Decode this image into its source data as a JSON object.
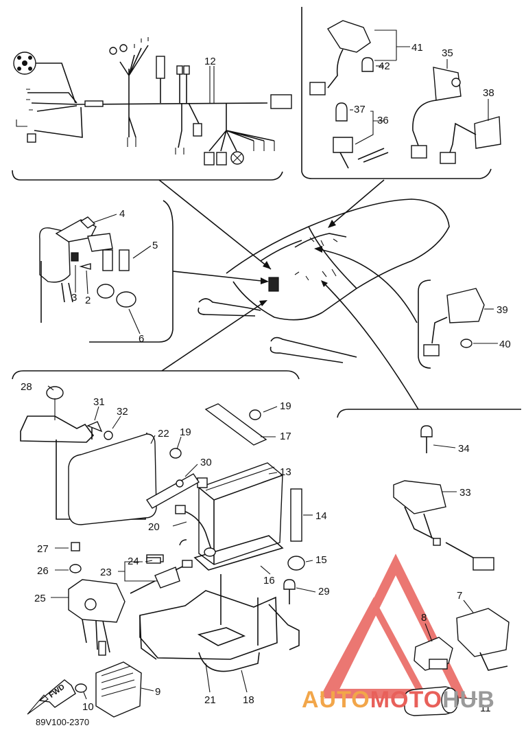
{
  "diagram_code": "89V100-2370",
  "fwd_label": "FWD",
  "watermark": {
    "text_a": "AUTO",
    "text_b": "MOTO",
    "text_c": "HUB",
    "color_orange": "#f2a64a",
    "color_red": "#e8605a",
    "color_gray": "#9a9a9a"
  },
  "callouts": {
    "c2": "2",
    "c3": "3",
    "c4": "4",
    "c5": "5",
    "c6": "6",
    "c7": "7",
    "c8": "8",
    "c9": "9",
    "c10": "10",
    "c11": "11",
    "c12": "12",
    "c13": "13",
    "c14": "14",
    "c15": "15",
    "c16": "16",
    "c17": "17",
    "c18": "18",
    "c19a": "19",
    "c19b": "19",
    "c20": "20",
    "c21": "21",
    "c22": "22",
    "c23": "23",
    "c24": "24",
    "c25": "25",
    "c26": "26",
    "c27": "27",
    "c28": "28",
    "c29": "29",
    "c30": "30",
    "c31": "31",
    "c32": "32",
    "c33": "33",
    "c34": "34",
    "c35": "35",
    "c36": "36",
    "c37": "37",
    "c38": "38",
    "c39": "39",
    "c40": "40",
    "c41": "41",
    "c42": "42"
  }
}
